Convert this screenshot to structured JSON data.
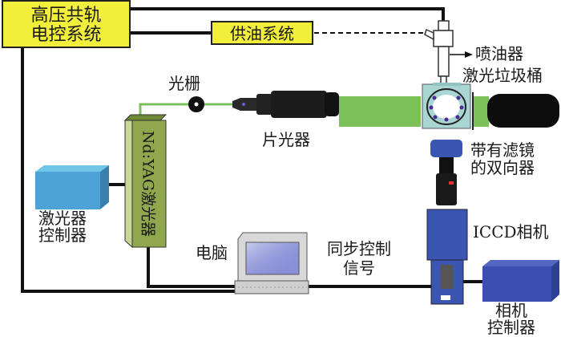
{
  "diagram": {
    "title": "",
    "components": {
      "hp_common_rail_ecu": {
        "line1": "高压共轨",
        "line2": "电控系统"
      },
      "fuel_supply_system": {
        "label": "供油系统"
      },
      "injector": {
        "label": "喷油器"
      },
      "laser_dump": {
        "label": "激光垃圾桶"
      },
      "grating": {
        "label": "光栅"
      },
      "sheet_optics": {
        "label": "片光器"
      },
      "nd_yag_laser": {
        "label": "Nd:YAG激光器"
      },
      "laser_controller": {
        "line1": "激光器",
        "line2": "控制器"
      },
      "filtered_bidirectional": {
        "line1": "带有滤镜",
        "line2": "的双向器"
      },
      "iccd_camera": {
        "label": "ICCD相机"
      },
      "computer": {
        "label": "电脑"
      },
      "sync_signal": {
        "line1": "同步控制",
        "line2": "信号"
      },
      "camera_controller": {
        "line1": "相机",
        "line2": "控制器"
      }
    },
    "colors": {
      "control_box": "#f2ee3c",
      "laser_beam": "#7cc05a",
      "laser_body": "#8fa84e",
      "laser_controller": "#4ea3d6",
      "camera_blue": "#3a56b0",
      "chamber": "#a9d6d2",
      "wire": "#111111"
    }
  }
}
